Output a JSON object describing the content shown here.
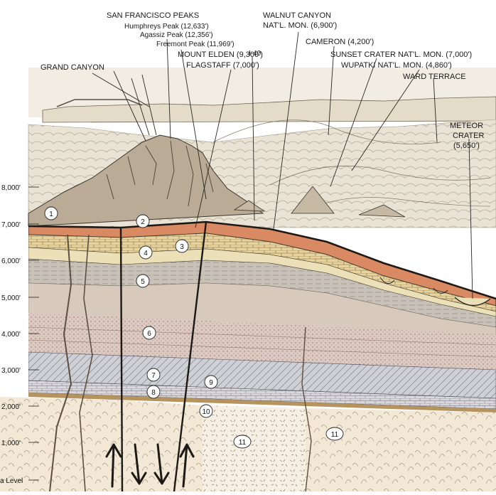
{
  "labels": {
    "grand_canyon": "GRAND CANYON",
    "sf_peaks": "SAN FRANCISCO PEAKS",
    "humphreys": "Humphreys Peak (12,633')",
    "agassiz": "Agassiz Peak (12,356')",
    "freemont": "Freemont Peak (11,969')",
    "mount_elden": "MOUNT ELDEN (9,300')",
    "flagstaff": "FLAGSTAFF (7,000')",
    "i40": "I-40",
    "walnut_1": "WALNUT CANYON",
    "walnut_2": "NAT'L. MON. (6,900')",
    "cameron": "CAMERON (4,200')",
    "sunset": "SUNSET CRATER NAT'L. MON. (7,000')",
    "wupatki": "WUPATKI NAT'L. MON. (4,860')",
    "ward": "WARD TERRACE",
    "meteor_1": "METEOR",
    "meteor_2": "CRATER",
    "meteor_3": "(5,650')"
  },
  "elevations": [
    "8,000'",
    "7,000'",
    "6,000'",
    "5,000'",
    "4,000'",
    "3,000'",
    "2,000'",
    "1,000'",
    "a Level"
  ],
  "layers": [
    "1",
    "2",
    "3",
    "4",
    "5",
    "6",
    "7",
    "8",
    "9",
    "10",
    "11",
    "11"
  ],
  "colors": {
    "sky": "#f2efe6",
    "ink": "#2a2622",
    "kaibab": "#e9d7a6",
    "moenkopi": "#d98a63",
    "coconino": "#ece0b8",
    "supai": "#cbbfae",
    "hermit": "#d8bfb8",
    "redwall": "#c9c9cf",
    "basement": "#f3e9da"
  }
}
